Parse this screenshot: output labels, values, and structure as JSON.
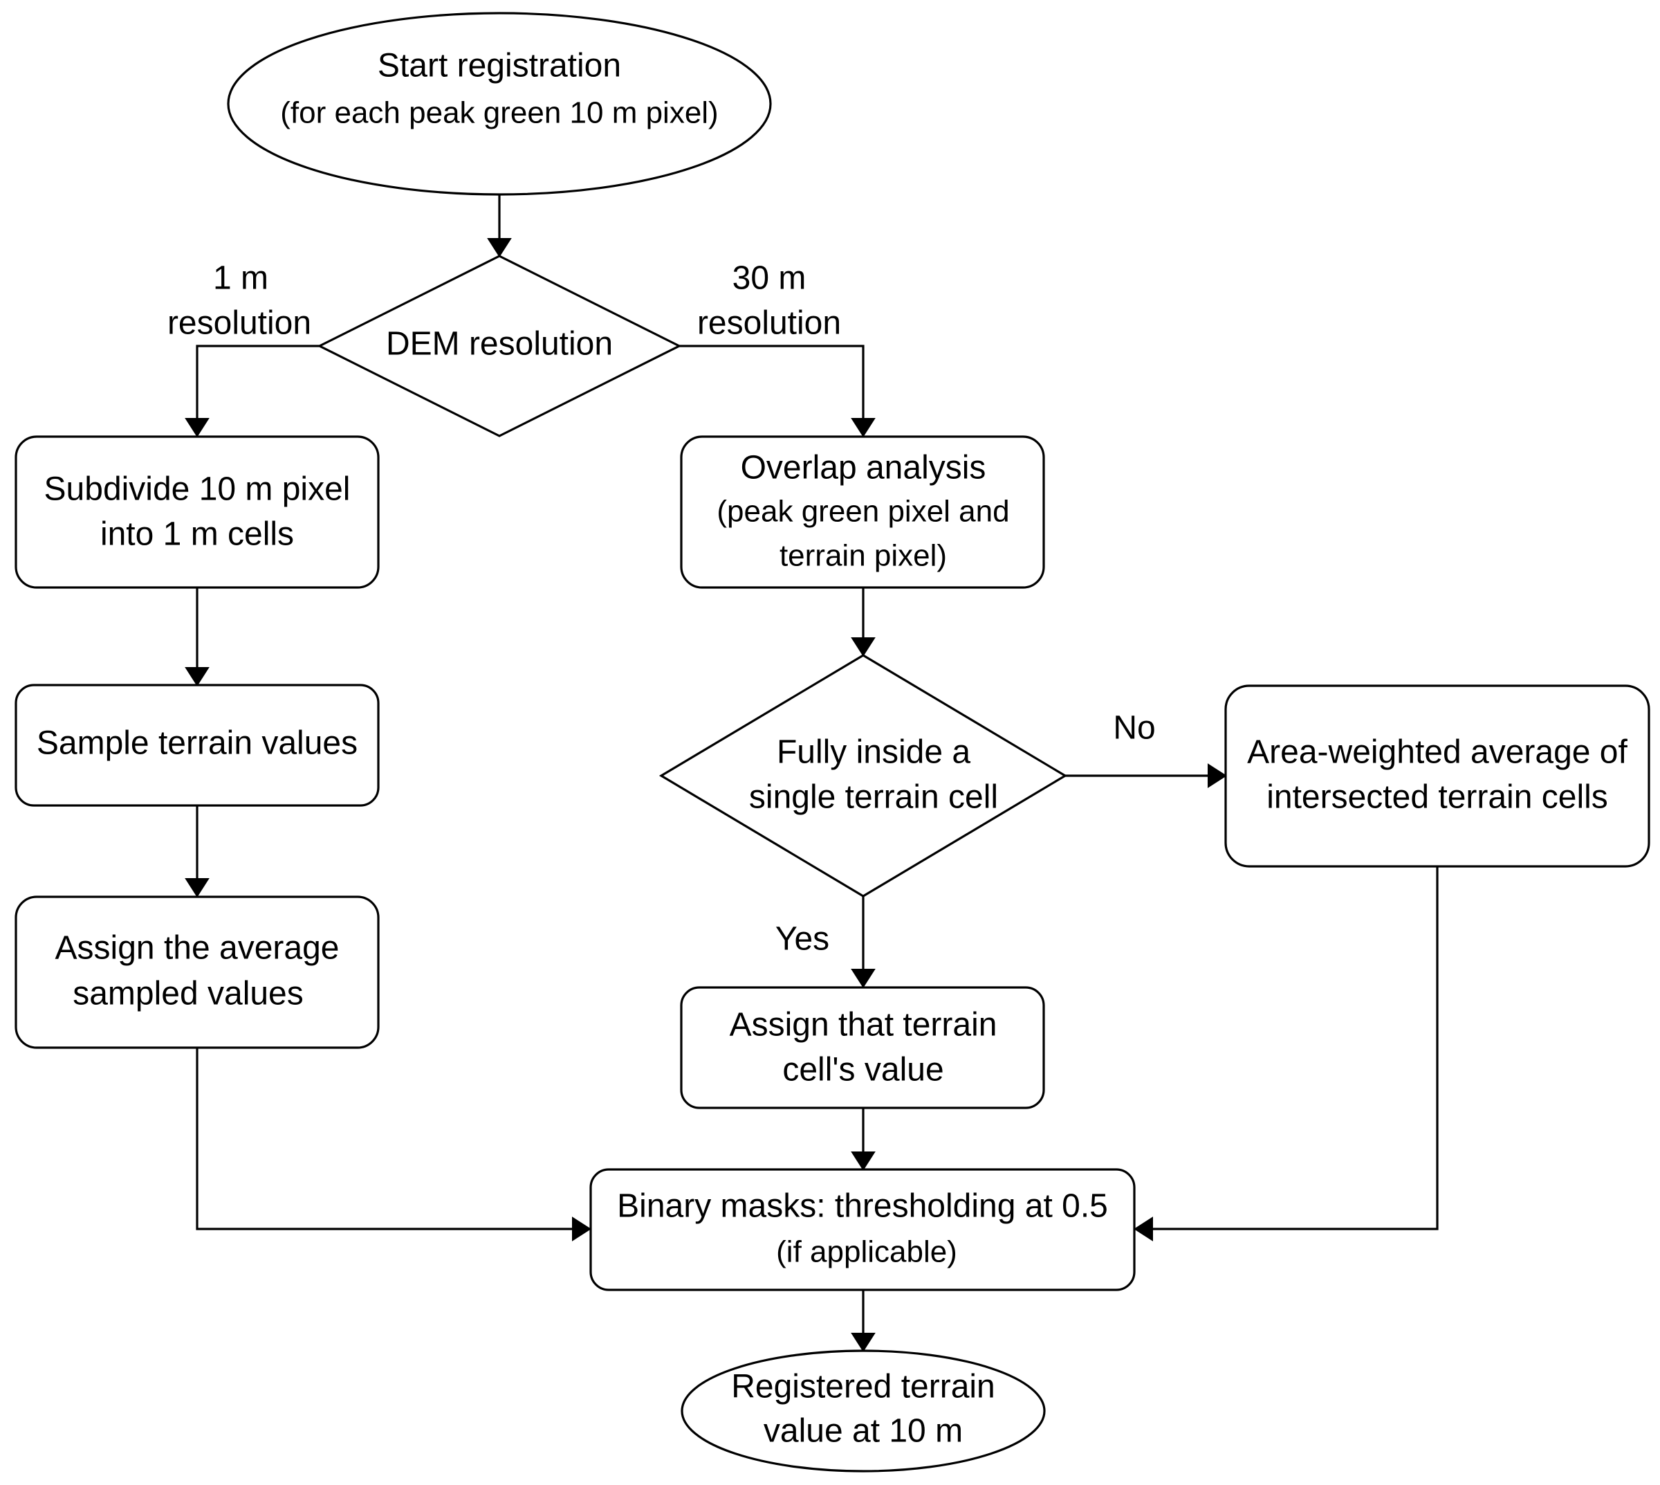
{
  "flowchart": {
    "start": {
      "line1": "Start registration",
      "line2": "(for each peak green 10 m pixel)"
    },
    "dem_decision": {
      "label": "DEM resolution"
    },
    "edge_labels": {
      "res_1m_line1": "1 m",
      "res_1m_line2": "resolution",
      "res_30m_line1": "30 m",
      "res_30m_line2": "resolution",
      "no": "No",
      "yes": "Yes"
    },
    "subdivide": {
      "line1": "Subdivide 10 m pixel",
      "line2": "into 1 m cells"
    },
    "sample": {
      "line1": "Sample terrain values"
    },
    "assign_average": {
      "line1": "Assign the average",
      "line2": "sampled values"
    },
    "overlap": {
      "line1": "Overlap analysis",
      "line2": "(peak green pixel and",
      "line3": "terrain pixel)"
    },
    "inside_decision": {
      "line1": "Fully inside a",
      "line2": "single terrain cell"
    },
    "area_weighted": {
      "line1": "Area-weighted average of",
      "line2": "intersected terrain cells"
    },
    "assign_cell": {
      "line1": "Assign that terrain",
      "line2": "cell's value"
    },
    "binary_masks": {
      "line1": "Binary masks: thresholding at 0.5",
      "line2": "(if applicable)"
    },
    "end": {
      "line1": "Registered terrain",
      "line2": "value at 10 m"
    }
  }
}
